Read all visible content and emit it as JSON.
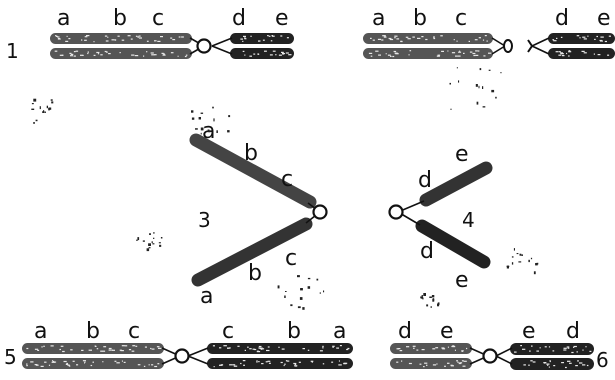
{
  "panels": [
    {
      "id": "1",
      "number": "1",
      "labels": [
        "a",
        "b",
        "c",
        "d",
        "e"
      ]
    },
    {
      "id": "2",
      "labels": [
        "a",
        "b",
        "c",
        "d",
        "e"
      ]
    },
    {
      "id": "3",
      "number": "3",
      "labels_top": [
        "a",
        "b",
        "c"
      ],
      "labels_bottom": [
        "a",
        "b",
        "c"
      ]
    },
    {
      "id": "4",
      "number": "4",
      "labels_top": [
        "d",
        "e"
      ],
      "labels_bottom": [
        "d",
        "e"
      ]
    },
    {
      "id": "5",
      "number": "5",
      "labels": [
        "a",
        "b",
        "c",
        "c",
        "b",
        "a"
      ]
    },
    {
      "id": "6",
      "number": "6",
      "labels": [
        "d",
        "e",
        "e",
        "d"
      ]
    }
  ],
  "colors": {
    "ink": "#111111",
    "chromatid_dark": "#222222",
    "chromatid_mid": "#555555",
    "background": "#ffffff"
  }
}
